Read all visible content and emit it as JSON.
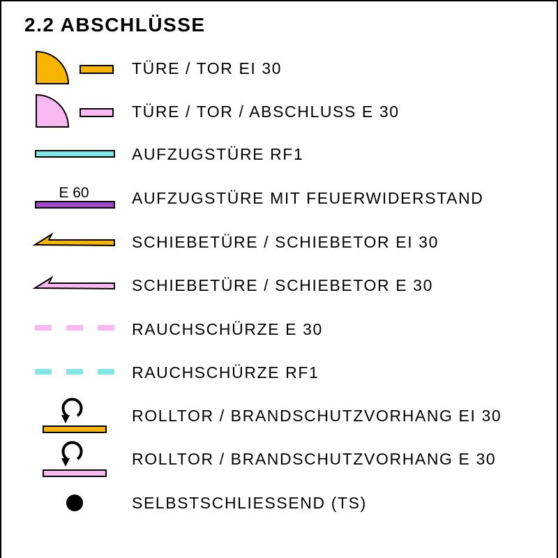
{
  "title": "2.2 ABSCHLÜSSE",
  "colors": {
    "orange": "#F7B500",
    "pink": "#F9B8F2",
    "cyan": "#7FE8E6",
    "purple": "#A04ACB",
    "stroke": "#000000"
  },
  "legend": [
    {
      "symbol": "door-quarter-orange-icon",
      "label": "TÜRE / TOR EI 30"
    },
    {
      "symbol": "door-quarter-pink-icon",
      "label": "TÜRE / TOR / ABSCHLUSS E 30"
    },
    {
      "symbol": "line-cyan-icon",
      "label": "AUFZUGSTÜRE RF1"
    },
    {
      "symbol": "line-purple-e60-icon",
      "symbol_text": "E 60",
      "label": "AUFZUGSTÜRE MIT FEUERWIDERSTAND"
    },
    {
      "symbol": "sliding-door-orange-icon",
      "label": "SCHIEBETÜRE / SCHIEBETOR EI 30"
    },
    {
      "symbol": "sliding-door-pink-icon",
      "label": "SCHIEBETÜRE / SCHIEBETOR E 30"
    },
    {
      "symbol": "dashed-line-pink-icon",
      "label": "RAUCHSCHÜRZE E 30"
    },
    {
      "symbol": "dashed-line-cyan-icon",
      "label": "RAUCHSCHÜRZE RF1"
    },
    {
      "symbol": "roller-door-orange-icon",
      "label": "ROLLTOR / BRANDSCHUTZVORHANG EI 30"
    },
    {
      "symbol": "roller-door-pink-icon",
      "label": "ROLLTOR / BRANDSCHUTZVORHANG E 30"
    },
    {
      "symbol": "black-dot-icon",
      "label": "SELBSTSCHLIESSEND (TS)"
    }
  ]
}
